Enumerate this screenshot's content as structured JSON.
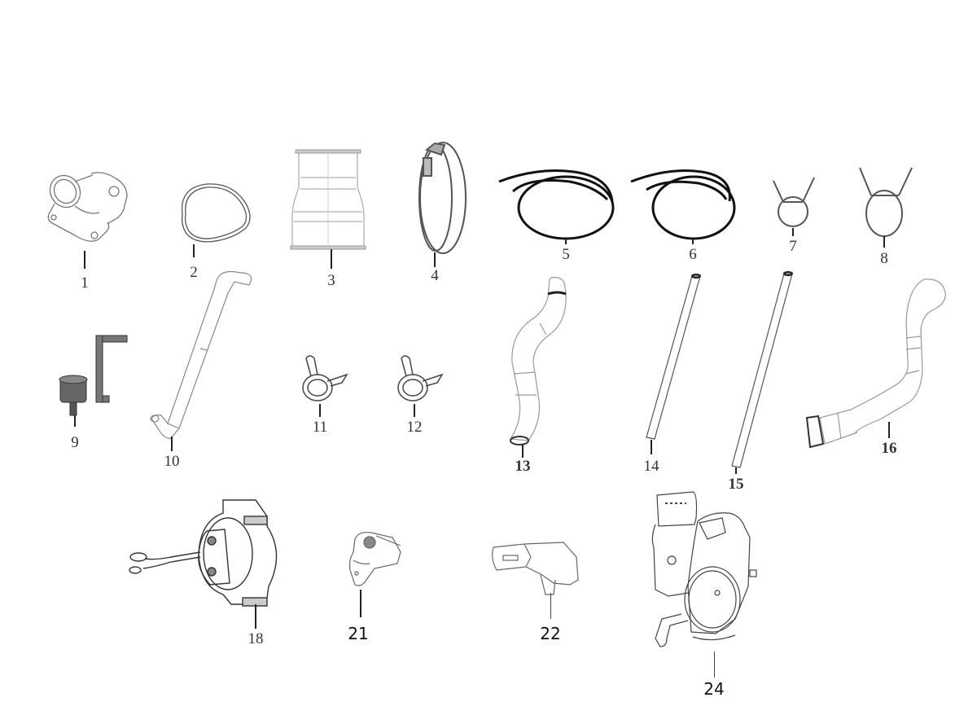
{
  "diagram": {
    "title": "",
    "parts": [
      {
        "id": "p1",
        "number": "1",
        "description": "intake manifold"
      },
      {
        "id": "p2",
        "number": "2",
        "description": "o-ring gasket"
      },
      {
        "id": "p3",
        "number": "3",
        "description": "rubber intake boot"
      },
      {
        "id": "p4",
        "number": "4",
        "description": "hose band clamp"
      },
      {
        "id": "p5",
        "number": "5",
        "description": "hose loop"
      },
      {
        "id": "p6",
        "number": "6",
        "description": "hose loop"
      },
      {
        "id": "p7",
        "number": "7",
        "description": "wire spring clip small"
      },
      {
        "id": "p8",
        "number": "8",
        "description": "wire spring clip large"
      },
      {
        "id": "p9",
        "number": "9",
        "description": "bracket with grommet"
      },
      {
        "id": "p10",
        "number": "10",
        "description": "bent tube"
      },
      {
        "id": "p11",
        "number": "11",
        "description": "spring hose clip"
      },
      {
        "id": "p12",
        "number": "12",
        "description": "spring hose clip"
      },
      {
        "id": "p13",
        "number": "13",
        "description": "curved hose"
      },
      {
        "id": "p14",
        "number": "14",
        "description": "straight tube"
      },
      {
        "id": "p15",
        "number": "15",
        "description": "straight tube"
      },
      {
        "id": "p16",
        "number": "16",
        "description": "curved intake hose"
      },
      {
        "id": "p18",
        "number": "18",
        "description": "ignition coil"
      },
      {
        "id": "p21",
        "number": "21",
        "description": "sensor"
      },
      {
        "id": "p22",
        "number": "22",
        "description": "pressure sensor"
      },
      {
        "id": "p24",
        "number": "24",
        "description": "throttle body"
      }
    ]
  }
}
